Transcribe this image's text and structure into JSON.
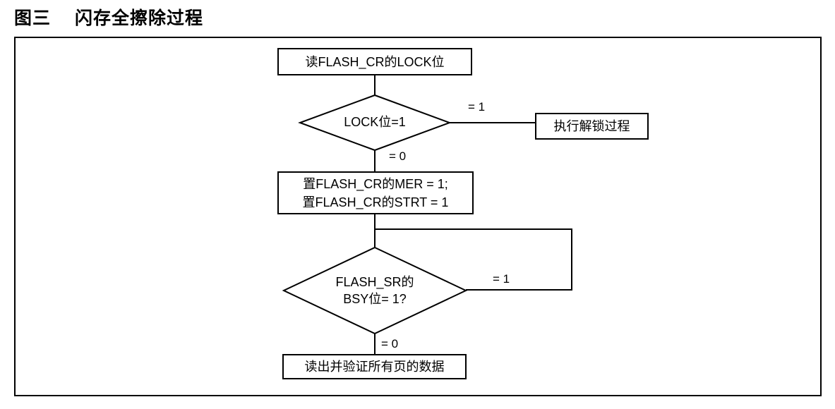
{
  "title": {
    "figure_label": "图三",
    "figure_title": "闪存全擦除过程"
  },
  "colors": {
    "background": "#ffffff",
    "line": "#000000",
    "text": "#000000"
  },
  "flowchart": {
    "read_lock_box": "读FLASH_CR的LOCK位",
    "lock_decision": {
      "text": "LOCK位=1",
      "eq1_label": "= 1",
      "eq0_label": "= 0"
    },
    "unlock_box": "执行解锁过程",
    "set_box": {
      "line1": "置FLASH_CR的MER = 1;",
      "line2": "置FLASH_CR的STRT = 1"
    },
    "bsy_decision": {
      "line1": "FLASH_SR的",
      "line2": "BSY位= 1?",
      "eq1_label": "= 1",
      "eq0_label": "= 0"
    },
    "verify_box": "读出并验证所有页的数据"
  }
}
